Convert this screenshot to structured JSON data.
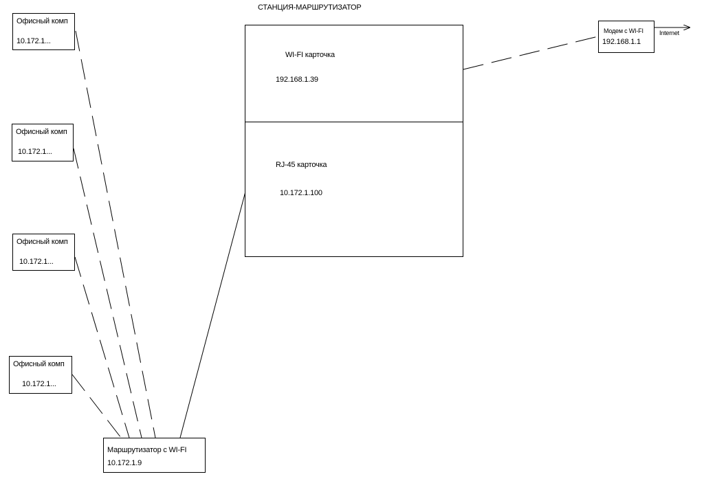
{
  "station": {
    "title": "СТАНЦИЯ-МАРШРУТИЗАТОР",
    "wifi_card": {
      "label": "WI-FI карточка",
      "ip": "192.168.1.39"
    },
    "rj45_card": {
      "label": "RJ-45 карточка",
      "ip": "10.172.1.100"
    }
  },
  "modem": {
    "label": "Модем с WI-FI",
    "ip": "192.168.1.1"
  },
  "internet_label": "Internet",
  "router": {
    "label": "Маршрутизатор с WI-FI",
    "ip": "10.172.1.9"
  },
  "office_pcs": [
    {
      "label": "Офисный комп",
      "ip": "10.172.1..."
    },
    {
      "label": "Офисный комп",
      "ip": "10.172.1..."
    },
    {
      "label": "Офисный комп",
      "ip": "10.172.1..."
    },
    {
      "label": "Офисный комп",
      "ip": "10.172.1..."
    }
  ]
}
